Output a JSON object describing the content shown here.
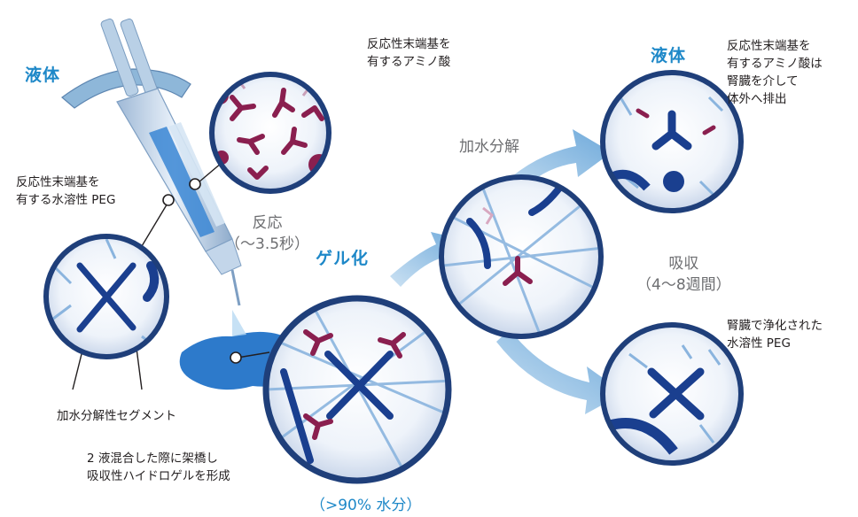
{
  "labels": {
    "liquid_left": "液体",
    "liquid_right": "液体",
    "amino_acid_top": "反応性末端基を\n有するアミノ酸",
    "peg_left": "反応性末端基を\n有する水溶性 PEG",
    "reaction": "反応\n（～3.5秒）",
    "gelation": "ゲル化",
    "hydrolysis": "加水分解",
    "absorption": "吸収\n（4～8週間）",
    "amino_acid_excreted": "反応性末端基を\n有するアミノ酸は\n腎臓を介して\n体外へ排出",
    "purified_peg": "腎臓で浄化された\n水溶性 PEG",
    "hydrolyzable_segment": "加水分解性セグメント",
    "crosslink_note": "2 液混合した際に架橋し\n吸収性ハイドロゲルを形成",
    "water_content": "（>90% 水分）"
  },
  "colors": {
    "accent_blue": "#1e88c8",
    "label_gray": "#6d6e71",
    "arrow_blue": "#7fb2dd",
    "circle_border": "#1f3f7a",
    "magenta": "#8a1f4f",
    "navy": "#0f2c73"
  }
}
